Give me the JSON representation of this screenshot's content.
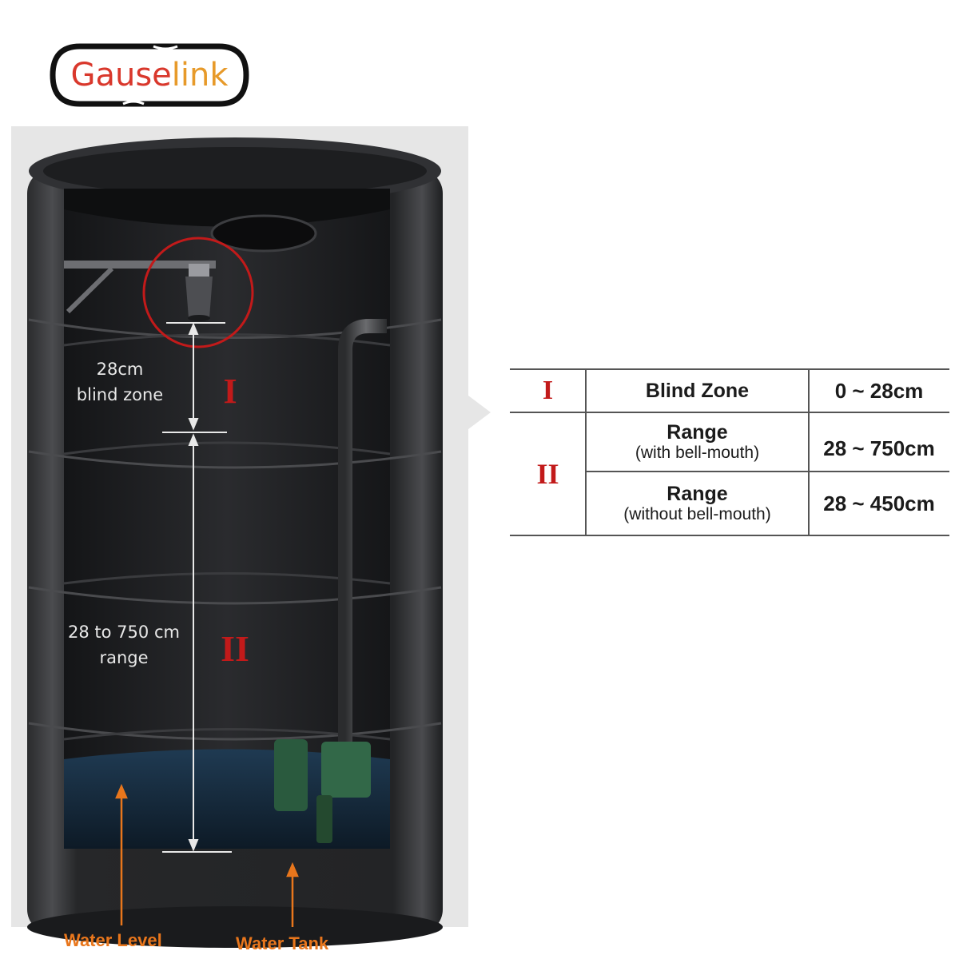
{
  "brand": {
    "part1": "Gause",
    "part2": "link"
  },
  "tank": {
    "blind_zone_label_line1": "28cm",
    "blind_zone_label_line2": "blind zone",
    "range_label_line1": "28 to 750 cm",
    "range_label_line2": "range",
    "zone1": "I",
    "zone2": "II"
  },
  "callouts": {
    "water_level": "Water Level",
    "water_tank": "Water Tank"
  },
  "spec_table": {
    "rows": [
      {
        "zone": "I",
        "name": "Blind Zone",
        "note": "",
        "value": "0 ~ 28cm"
      },
      {
        "zone": "II",
        "name": "Range",
        "note": "(with bell-mouth)",
        "value": "28 ~ 750cm"
      },
      {
        "zone": "II",
        "name": "Range",
        "note": "(without bell-mouth)",
        "value": "28 ~ 450cm"
      }
    ]
  },
  "colors": {
    "zone_red": "#c21a1a",
    "callout_orange": "#e8761c",
    "logo_red": "#d9382c",
    "logo_orange": "#e79a2a",
    "tank_dark": "#1c1d1f"
  }
}
